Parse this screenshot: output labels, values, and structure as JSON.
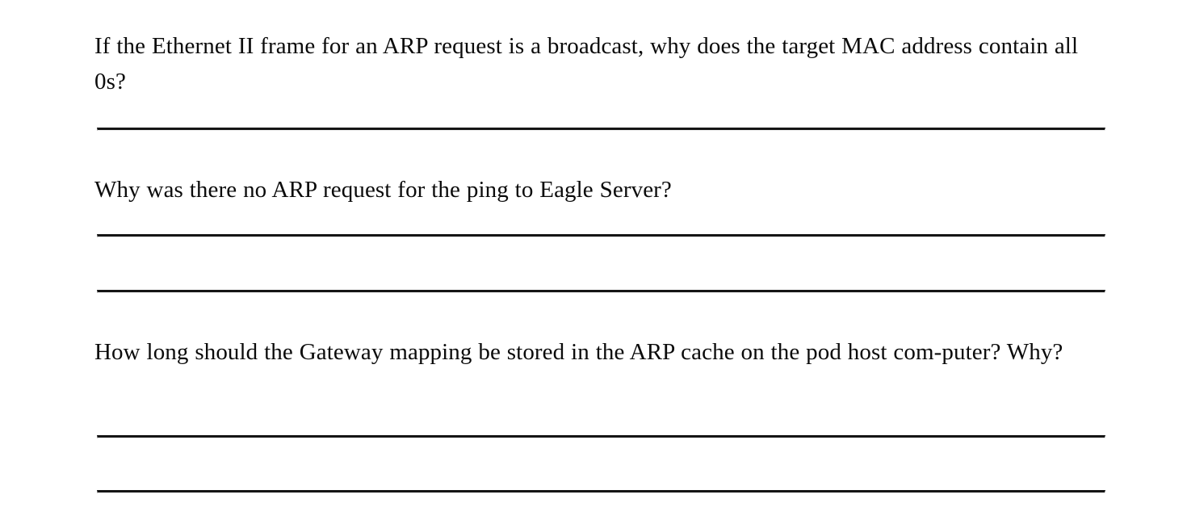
{
  "document": {
    "type": "worksheet",
    "background_color": "#ffffff",
    "text_color": "#0b0b0b",
    "rule_color": "#151515"
  },
  "questions": [
    {
      "id": "q1",
      "text": "If the Ethernet II frame for an ARP request is a broadcast, why does the target MAC address contain all 0s?",
      "answer_lines": 1
    },
    {
      "id": "q2",
      "text": "Why was there no ARP request for the ping to Eagle Server?",
      "answer_lines": 2
    },
    {
      "id": "q3",
      "text": "How long should the Gateway mapping be stored in the ARP cache on the pod host com-puter? Why?",
      "answer_lines": 2
    }
  ],
  "rules": [
    {
      "id": "rule-1",
      "after_question": "q1"
    },
    {
      "id": "rule-2",
      "after_question": "q2"
    },
    {
      "id": "rule-3",
      "after_question": "q2"
    },
    {
      "id": "rule-4",
      "after_question": "q3"
    },
    {
      "id": "rule-5",
      "after_question": "q3"
    }
  ]
}
